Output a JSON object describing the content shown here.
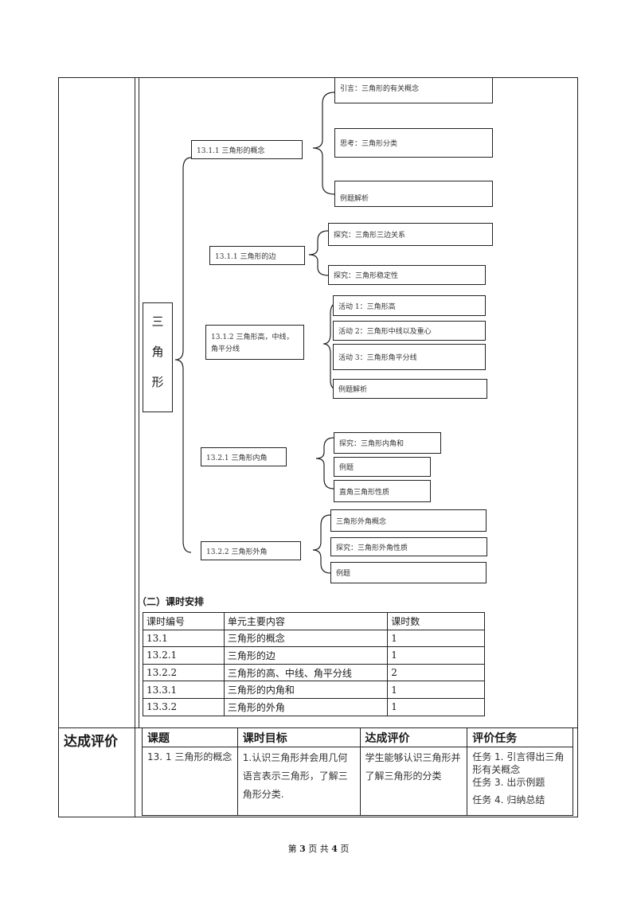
{
  "root_label": [
    "三",
    "角",
    "形"
  ],
  "branches": [
    {
      "label": "13.1.1 三角形的概念",
      "items": [
        "引言：三角形的有关概念",
        "思考：三角形分类",
        "例题解析"
      ]
    },
    {
      "label": "13.1.1 三角形的边",
      "items": [
        "探究：三角形三边关系",
        "探究：三角形稳定性"
      ]
    },
    {
      "label": "13.1.2 三角形高，中线，角平分线",
      "items": [
        "活动 1：三角形高",
        "活动 2：三角形中线以及重心",
        "活动 3：三角形角平分线",
        "例题解析"
      ]
    },
    {
      "label": "13.2.1 三角形内角",
      "items": [
        "探究：三角形内角和",
        "例题",
        "直角三角形性质"
      ]
    },
    {
      "label": "13.2.2 三角形外角",
      "items": [
        "三角形外角概念",
        "探究：三角形外角性质",
        "例题"
      ]
    }
  ],
  "schedule": {
    "title": "（二）课时安排",
    "headers": [
      "课时编号",
      "单元主要内容",
      "课时数"
    ],
    "rows": [
      [
        "13.1",
        "三角形的概念",
        "1"
      ],
      [
        "13.2.1",
        "三角形的边",
        "1"
      ],
      [
        "13.2.2",
        "三角形的高、中线、角平分线",
        "2"
      ],
      [
        "13.3.1",
        "三角形的内角和",
        "1"
      ],
      [
        "13.3.2",
        "三角形的外角",
        "1"
      ]
    ]
  },
  "evaluation": {
    "label": "达成评价",
    "headers": [
      "课题",
      "课时目标",
      "达成评价",
      "评价任务"
    ],
    "row": {
      "topic": "13. 1 三角形的概念",
      "goal": "1.认识三角形并会用几何语言表示三角形，了解三角形分类.",
      "achievement": "学生能够认识三角形并了解三角形的分类",
      "tasks": [
        "任务 1. 引言得出三角形有关概念",
        "任务 3. 出示例题",
        "任务 4. 归纳总结"
      ]
    }
  },
  "footer": {
    "prefix": "第",
    "page": "3",
    "mid": "页 共",
    "total": "4",
    "suffix": "页"
  }
}
